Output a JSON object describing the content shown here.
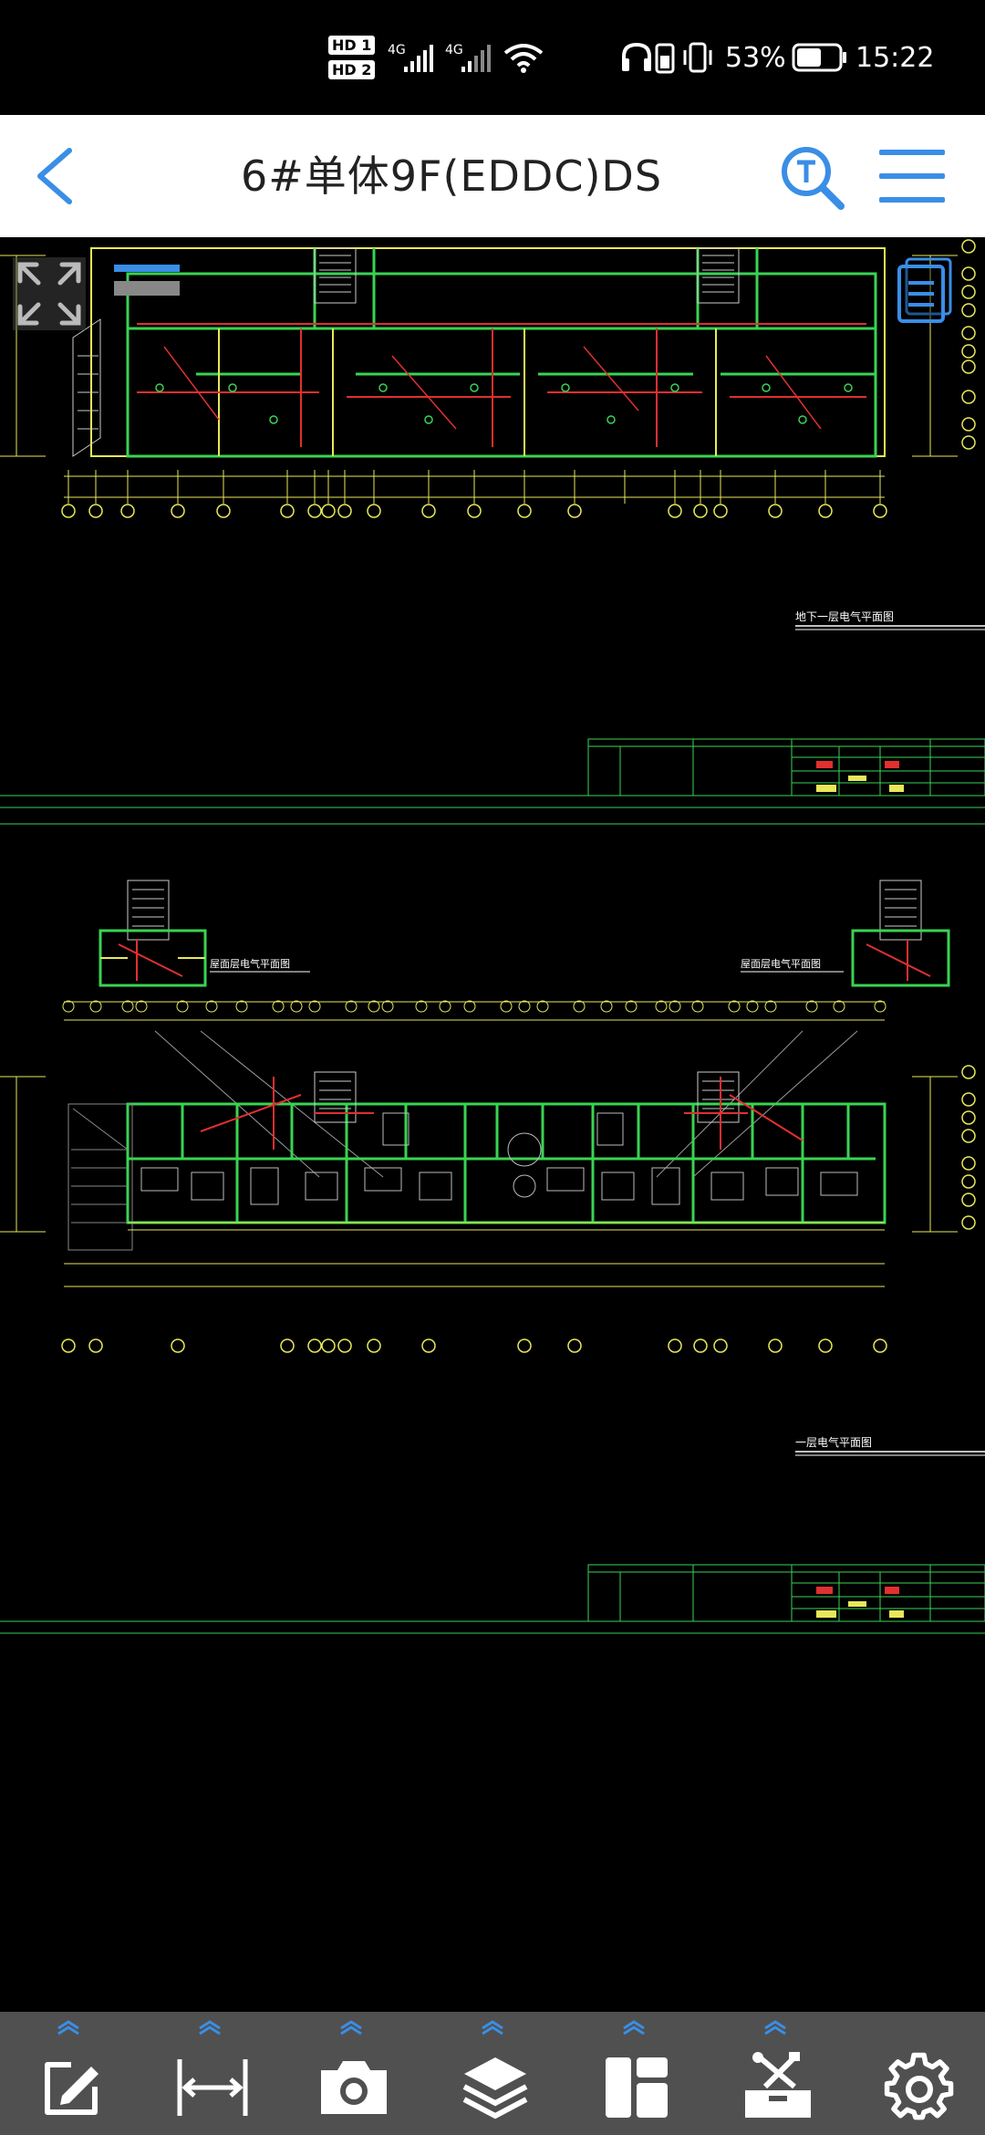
{
  "status_bar": {
    "hd1": "HD 1",
    "hd2": "HD 2",
    "net1": "4G",
    "net2": "4G",
    "battery_percent": "53%",
    "time": "15:22"
  },
  "header": {
    "title": "6#单体9F(EDDC)DS"
  },
  "drawing": {
    "upper_sheet_label": "地下一层电气平面图",
    "lower_sheet_label": "一层电气平面图",
    "stair_label_left": "屋面层电气平面图",
    "stair_label_right": "屋面层电气平面图"
  },
  "toolbar": {
    "items": [
      {
        "name": "edit-icon"
      },
      {
        "name": "measure-icon"
      },
      {
        "name": "camera-icon"
      },
      {
        "name": "layers-icon"
      },
      {
        "name": "layout-icon"
      },
      {
        "name": "tools-icon"
      },
      {
        "name": "settings-icon"
      }
    ]
  },
  "colors": {
    "accent_blue": "#3a8ee6",
    "toolbar_bg": "#505050",
    "cad_green": "#39d353",
    "cad_yellow": "#e8e85a",
    "cad_red": "#e03030"
  }
}
